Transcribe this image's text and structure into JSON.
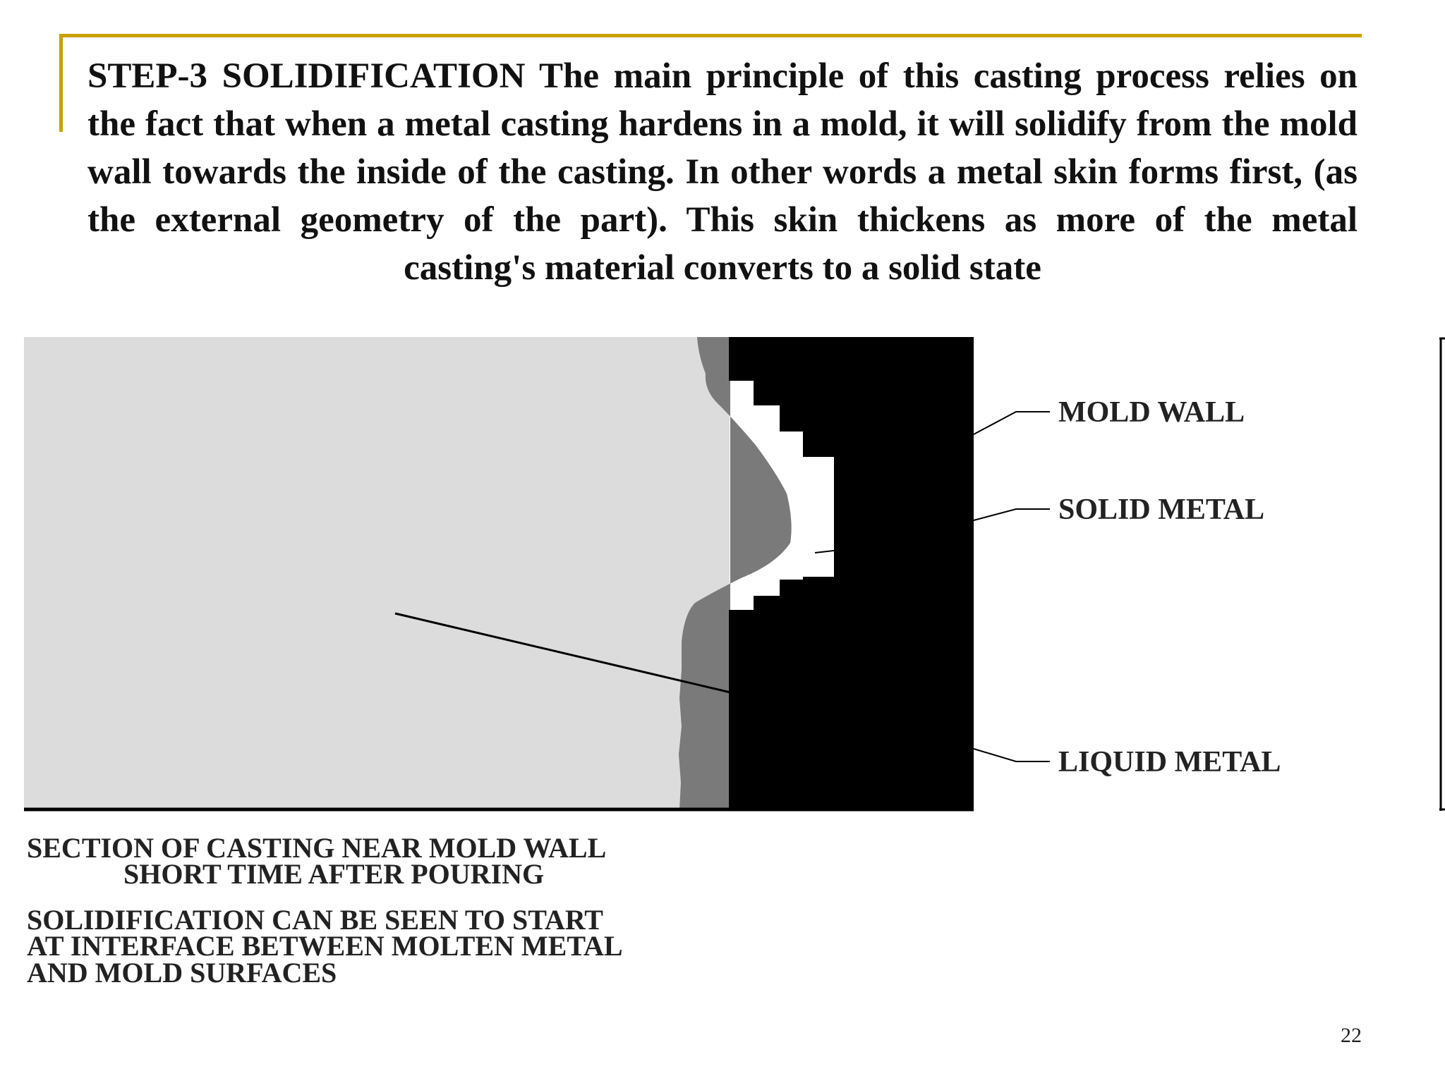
{
  "slide": {
    "heading": "STEP-3 SOLIDIFICATION",
    "paragraph": "The main principle of this casting process relies on the fact that when a metal casting hardens in a mold, it will solidify from the mold wall towards the inside of the casting. In other words a metal skin forms first, (as the external geometry of the part). This skin thickens as more of the metal casting's material converts to a solid state",
    "page_number": "22",
    "accent_color": "#c8a000"
  },
  "diagram": {
    "labels": {
      "mold_wall": "MOLD WALL",
      "solid_metal": "SOLID METAL",
      "liquid_metal": "LIQUID METAL"
    },
    "caption_1": [
      "SECTION OF CASTING NEAR MOLD WALL",
      "SHORT TIME AFTER POURING"
    ],
    "caption_2": [
      "SOLIDIFICATION CAN BE SEEN TO START",
      "AT INTERFACE BETWEEN MOLTEN METAL",
      "AND MOLD SURFACES"
    ],
    "colors": {
      "liquid_metal": "#dcdcdc",
      "solid_metal": "#7a7a7a",
      "mold_wall": "#000000"
    }
  }
}
